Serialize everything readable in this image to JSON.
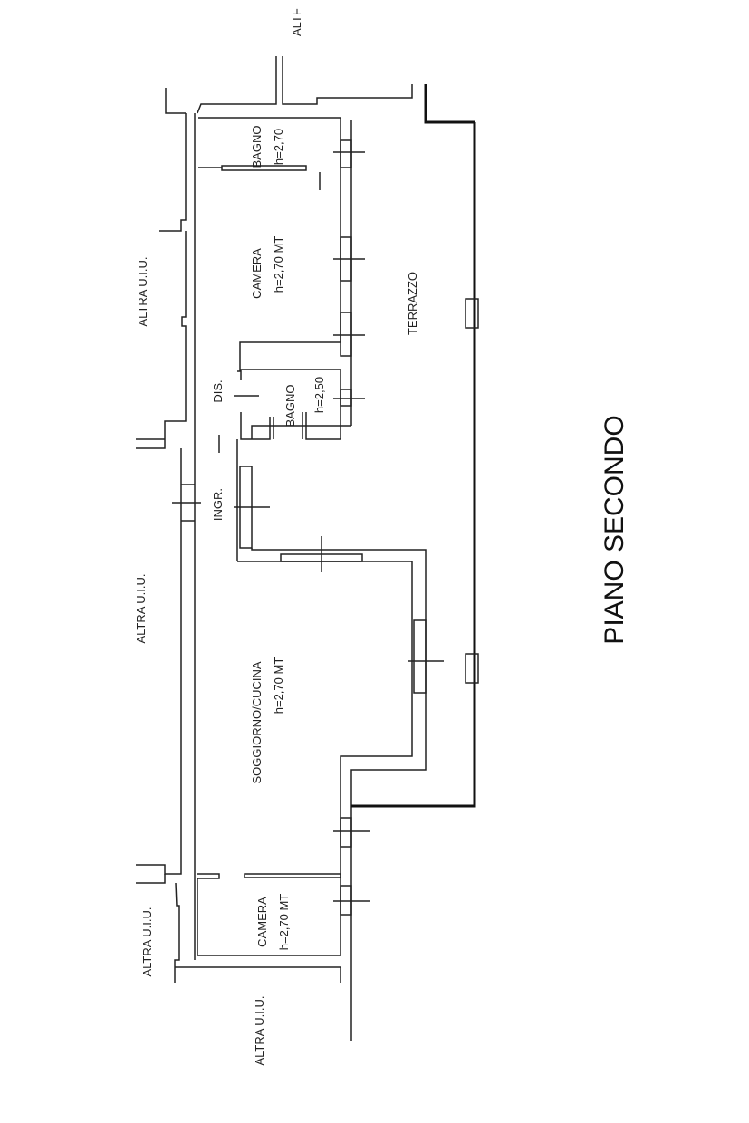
{
  "title": "PIANO SECONDO",
  "rooms": {
    "bagno1": {
      "name": "BAGNO",
      "height": "h=2,70"
    },
    "camera1": {
      "name": "CAMERA",
      "height": "h=2,70 MT"
    },
    "terrazzo": {
      "name": "TERRAZZO"
    },
    "dis": {
      "name": "DIS."
    },
    "bagno2": {
      "name": "BAGNO",
      "height": "h=2,50"
    },
    "ingr": {
      "name": "INGR."
    },
    "soggiorno": {
      "name": "SOGGIORNO/CUCINA",
      "height": "h=2,70 MT"
    },
    "camera2": {
      "name": "CAMERA",
      "height": "h=2,70 MT"
    }
  },
  "neighbors": {
    "top_cut": "ALTF",
    "left_upper": "ALTRA U.I.U.",
    "left_middle": "ALTRA U.I.U.",
    "left_lower": "ALTRA U.I.U.",
    "bottom": "ALTRA U.I.U."
  }
}
